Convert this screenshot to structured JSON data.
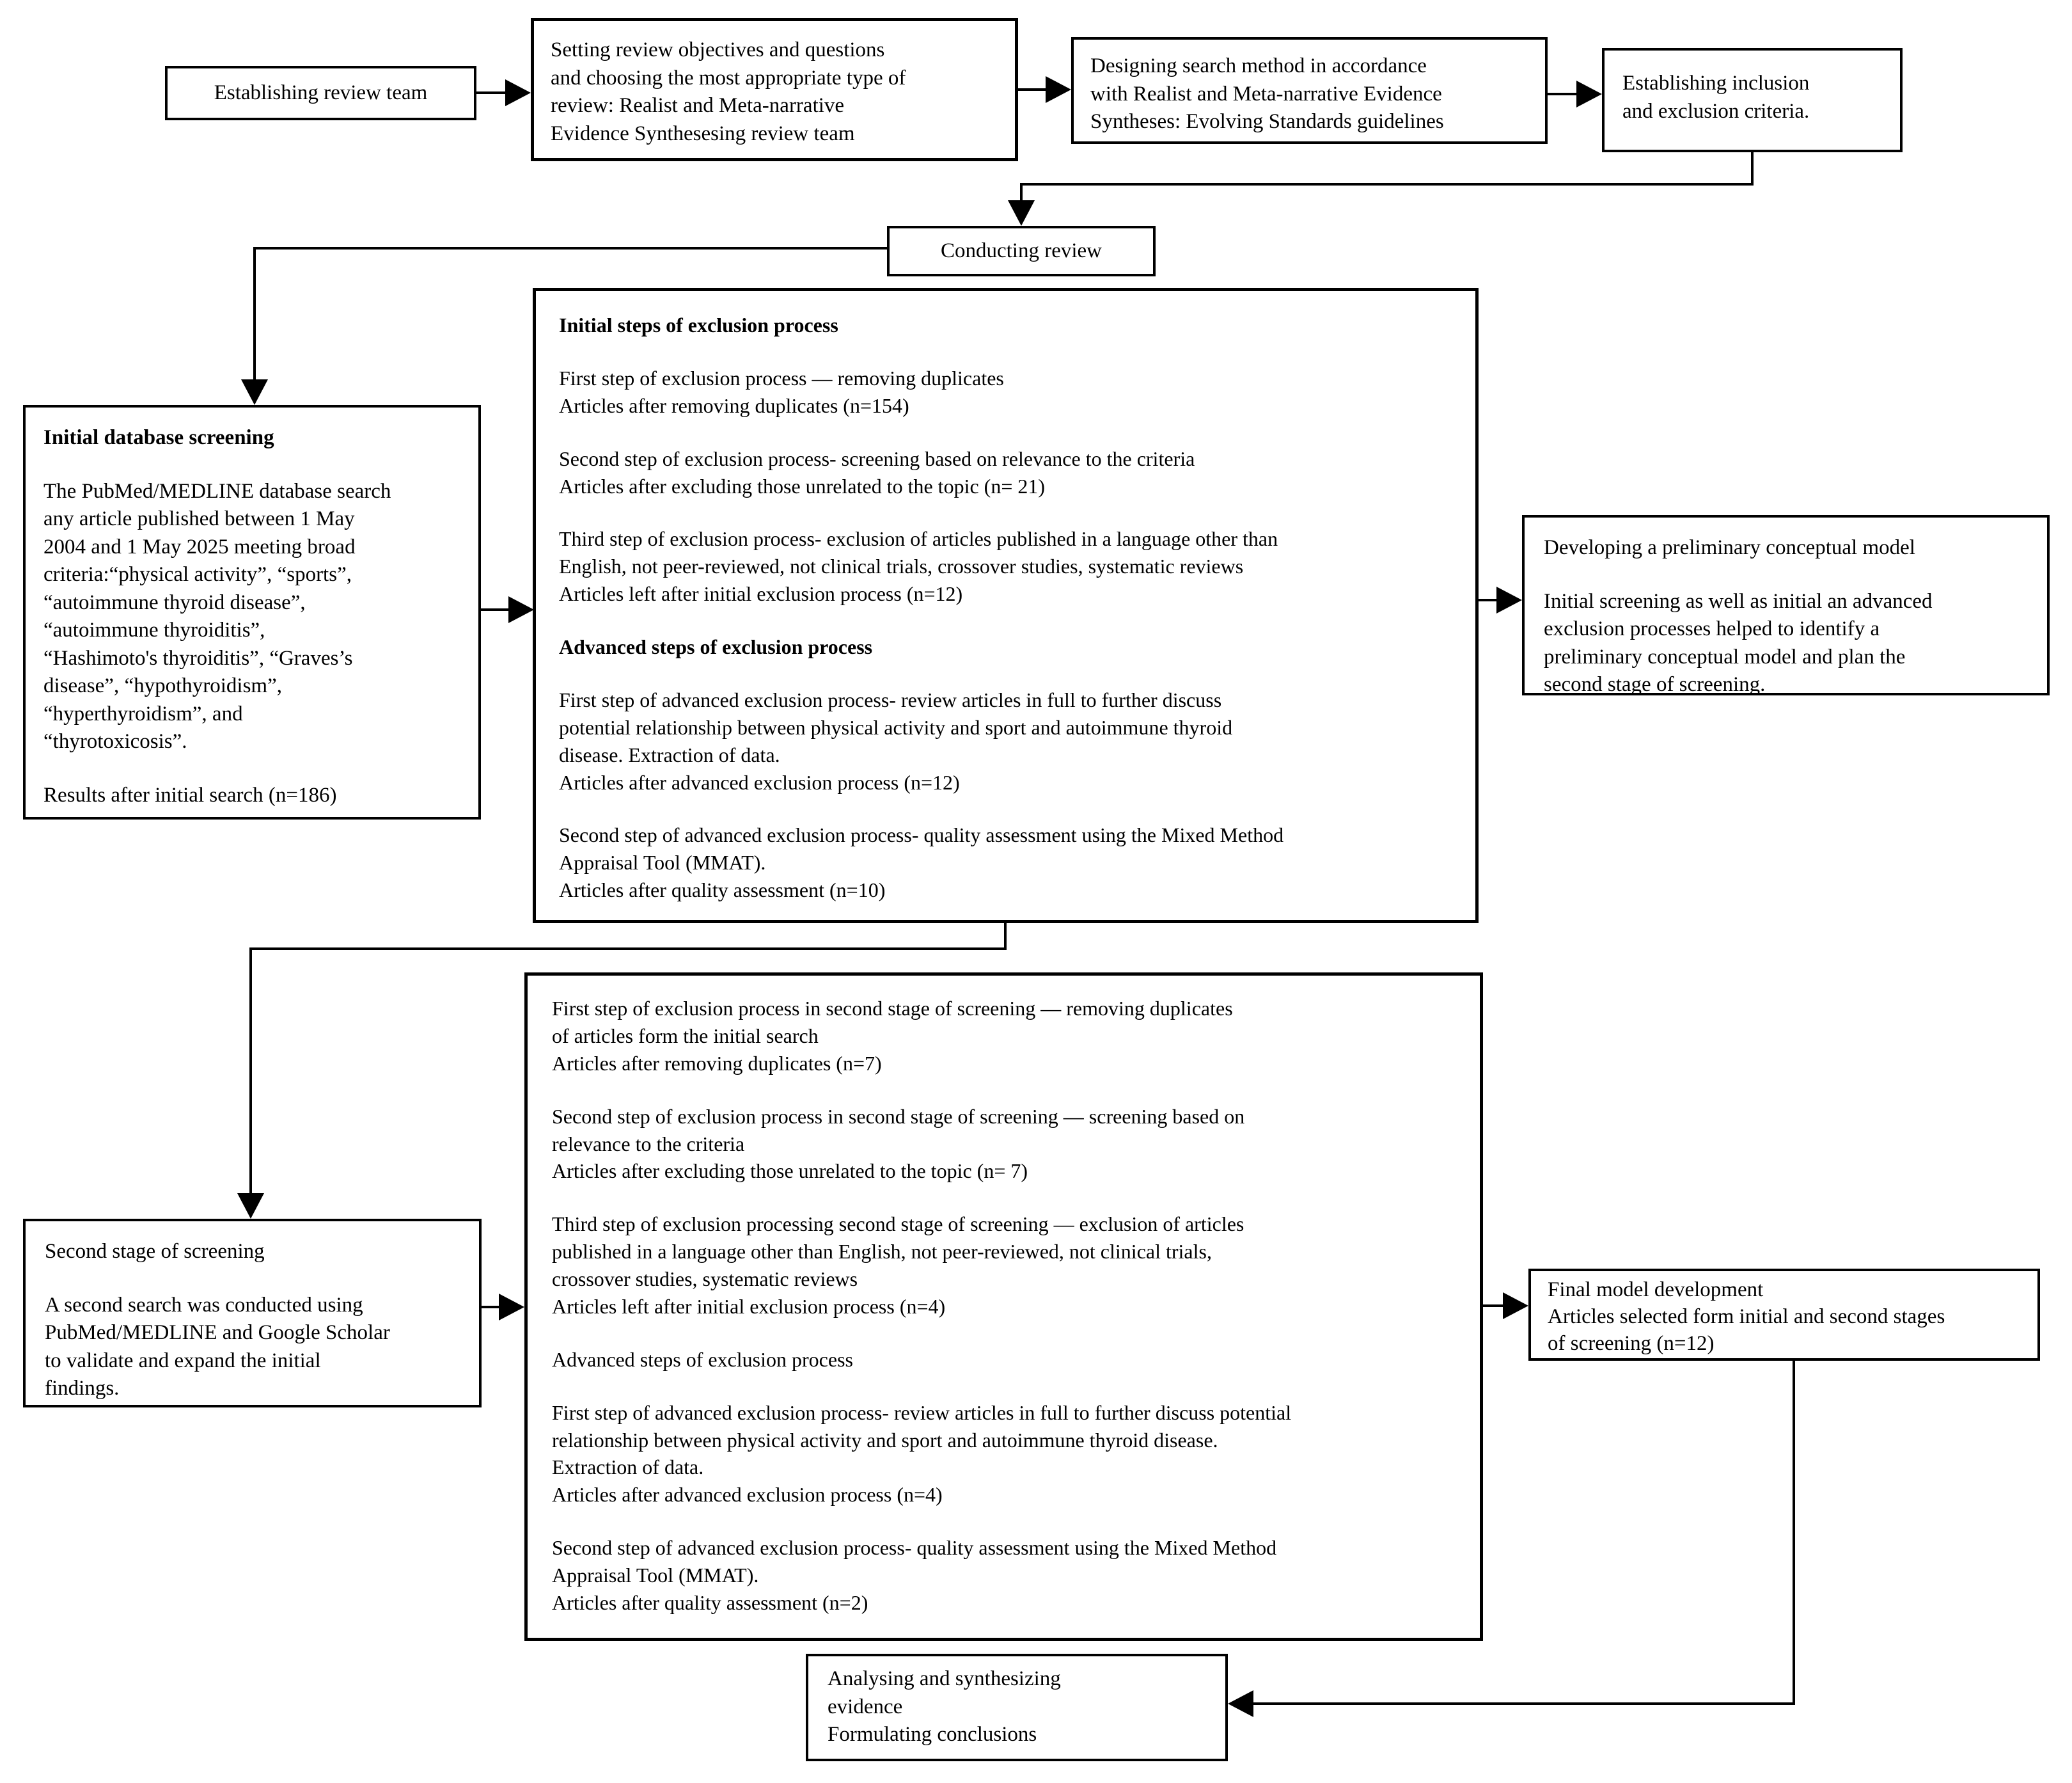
{
  "top_row": {
    "team": "Establishing review team",
    "objectives": "Setting review objectives and questions\nand choosing the most appropriate type of\nreview: Realist and Meta-narrative\nEvidence Synthesesing review team",
    "method": "Designing search method in accordance\nwith Realist and Meta-narrative Evidence\nSyntheses: Evolving Standards guidelines",
    "criteria": "Establishing inclusion\nand exclusion criteria.",
    "conducting": "Conducting review"
  },
  "initial_screening": {
    "title": "Initial database screening",
    "body": "The PubMed/MEDLINE database search\nany article published between 1 May\n2004 and 1 May 2025 meeting broad\ncriteria:“physical activity”, “sports”,\n“autoimmune thyroid disease”,\n“autoimmune thyroiditis”,\n“Hashimoto's thyroiditis”, “Graves’s\ndisease”, “hypothyroidism”,\n“hyperthyroidism”, and\n“thyrotoxicosis”.",
    "results": "Results after initial search (n=186)"
  },
  "initial_exclusion": {
    "heading_initial": "Initial steps of exclusion process",
    "step1": "First step of exclusion process — removing duplicates\nArticles after removing duplicates (n=154)",
    "step2": "Second step of exclusion process- screening based on relevance to the criteria\nArticles after excluding those unrelated to the topic (n= 21)",
    "step3": "Third step of exclusion process- exclusion of articles published in a language other than\nEnglish, not peer-reviewed, not clinical trials, crossover studies, systematic reviews\nArticles left after initial exclusion process (n=12)",
    "heading_advanced": "Advanced steps of exclusion process",
    "adv_step1": "First step of advanced exclusion process- review articles in full to further discuss\npotential relationship between physical activity and sport and autoimmune thyroid\ndisease. Extraction of data.\nArticles after advanced exclusion process (n=12)",
    "adv_step2": "Second step of advanced exclusion process- quality assessment using the Mixed Method\nAppraisal Tool (MMAT).\nArticles after quality assessment (n=10)"
  },
  "preliminary_model": {
    "title": "Developing a preliminary conceptual model",
    "body": "Initial screening as well as initial an advanced\nexclusion processes helped to identify a\npreliminary conceptual model and plan the\nsecond stage of screening."
  },
  "second_stage": {
    "title": "Second stage of screening",
    "body": "A second search was conducted using\nPubMed/MEDLINE and Google Scholar\nto validate and expand the initial\nfindings."
  },
  "second_exclusion": {
    "step1": "First step of exclusion process in second stage of screening — removing duplicates\nof articles form the initial search\nArticles after removing duplicates (n=7)",
    "step2": "Second step of exclusion process in second stage of screening — screening based on\nrelevance to the criteria\nArticles after excluding those unrelated to the topic (n= 7)",
    "step3": "Third step of exclusion processing second stage of screening — exclusion of articles\npublished in a language other than English, not peer-reviewed, not clinical trials,\ncrossover studies, systematic reviews\nArticles left after initial exclusion process (n=4)",
    "heading_advanced": "Advanced steps of exclusion process",
    "adv_step1": "First step of advanced exclusion process- review articles in full to further discuss potential\nrelationship between physical activity and sport and autoimmune thyroid disease.\nExtraction of data.\nArticles after advanced exclusion process (n=4)",
    "adv_step2": "Second step of advanced exclusion process- quality assessment using the Mixed Method\nAppraisal Tool (MMAT).\nArticles after quality assessment (n=2)"
  },
  "final_model": {
    "body": "Final model development\nArticles selected form initial and second stages\nof screening (n=12)"
  },
  "analysis": {
    "body": "Analysing and synthesizing\nevidence\nFormulating conclusions"
  },
  "colors": {
    "line": "#000000",
    "background": "#ffffff",
    "text": "#000000"
  }
}
